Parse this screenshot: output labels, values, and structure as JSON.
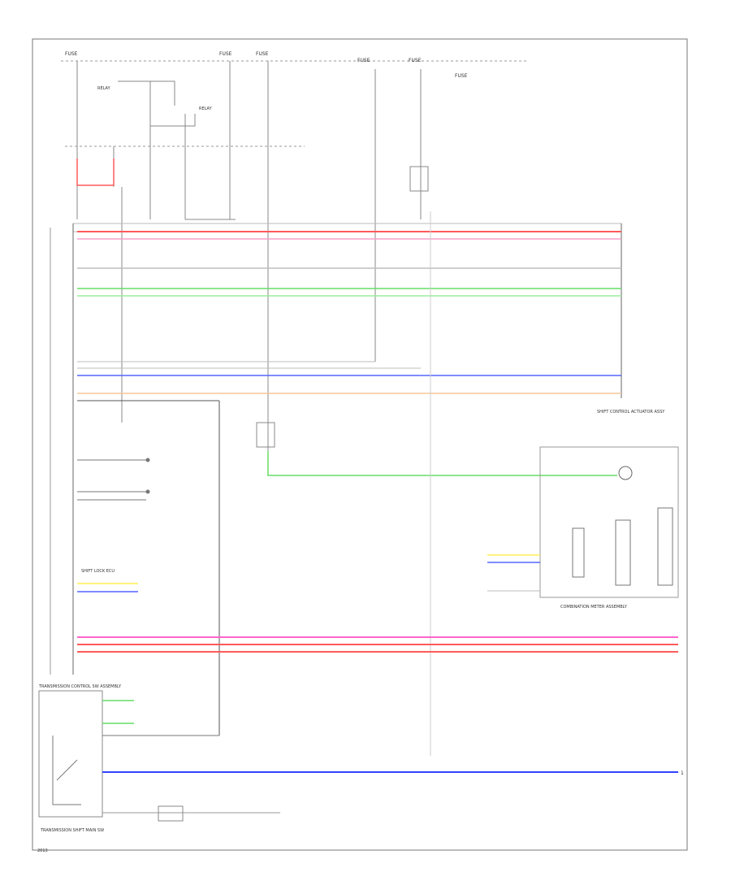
{
  "fuses": [
    "FUSE",
    "FUSE",
    "FUSE",
    "FUSE",
    "FUSE",
    "FUSE"
  ],
  "relays": [
    "RELAY",
    "RELAY"
  ],
  "labels": {
    "shift_lock_ecu": "SHIFT LOCK ECU",
    "shift_control_actuator": "SHIFT CONTROL ACTUATOR ASSY",
    "combination_meter": "COMBINATION METER ASSEMBLY",
    "transmission_control_sw": "TRANSMISSION CONTROL SW ASSEMBLY",
    "transmission_shift_sw": "TRANSMISSION SHIFT MAIN SW",
    "wire_tag": "1",
    "footer_code": "2013"
  },
  "wire_colors": {
    "red": "#ff5a5a",
    "pink": "#ff66cc",
    "green": "#66dd66",
    "blue": "#3344ff",
    "yellow": "#ffee55",
    "peach": "#f5c79a",
    "gray": "#bdbdbd",
    "dark": "#555555"
  }
}
